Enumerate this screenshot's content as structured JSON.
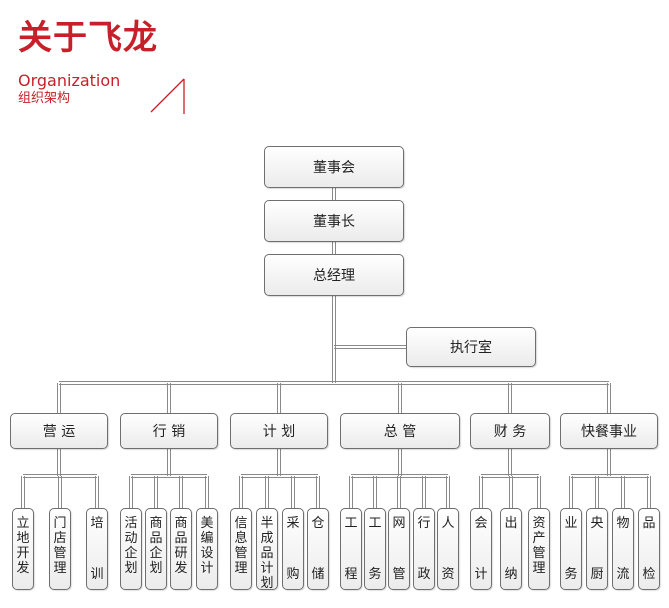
{
  "header": {
    "title": "关于飞龙",
    "subtitle_en": "Organization",
    "subtitle_cn": "组织架构"
  },
  "org": {
    "board": "董事会",
    "chairman": "董事长",
    "gm": "总经理",
    "exec_office": "执行室",
    "departments": [
      {
        "name": "营 运",
        "units": [
          "立地开发",
          "门店管理",
          "培 训"
        ]
      },
      {
        "name": "行 销",
        "units": [
          "活动企划",
          "商品企划",
          "商品研发",
          "美编设计"
        ]
      },
      {
        "name": "计 划",
        "units": [
          "信息管理",
          "半成品计划",
          "采 购",
          "仓 储"
        ]
      },
      {
        "name": "总 管",
        "units": [
          "工 程",
          "工 务",
          "网 管",
          "行 政",
          "人 资"
        ]
      },
      {
        "name": "财 务",
        "units": [
          "会 计",
          "出 纳",
          "资产管理"
        ]
      },
      {
        "name": "快餐事业",
        "units": [
          "业 务",
          "央 厨",
          "物 流",
          "品 检"
        ]
      }
    ]
  },
  "colors": {
    "accent": "#c8202a",
    "line": "#8a8a8a"
  }
}
